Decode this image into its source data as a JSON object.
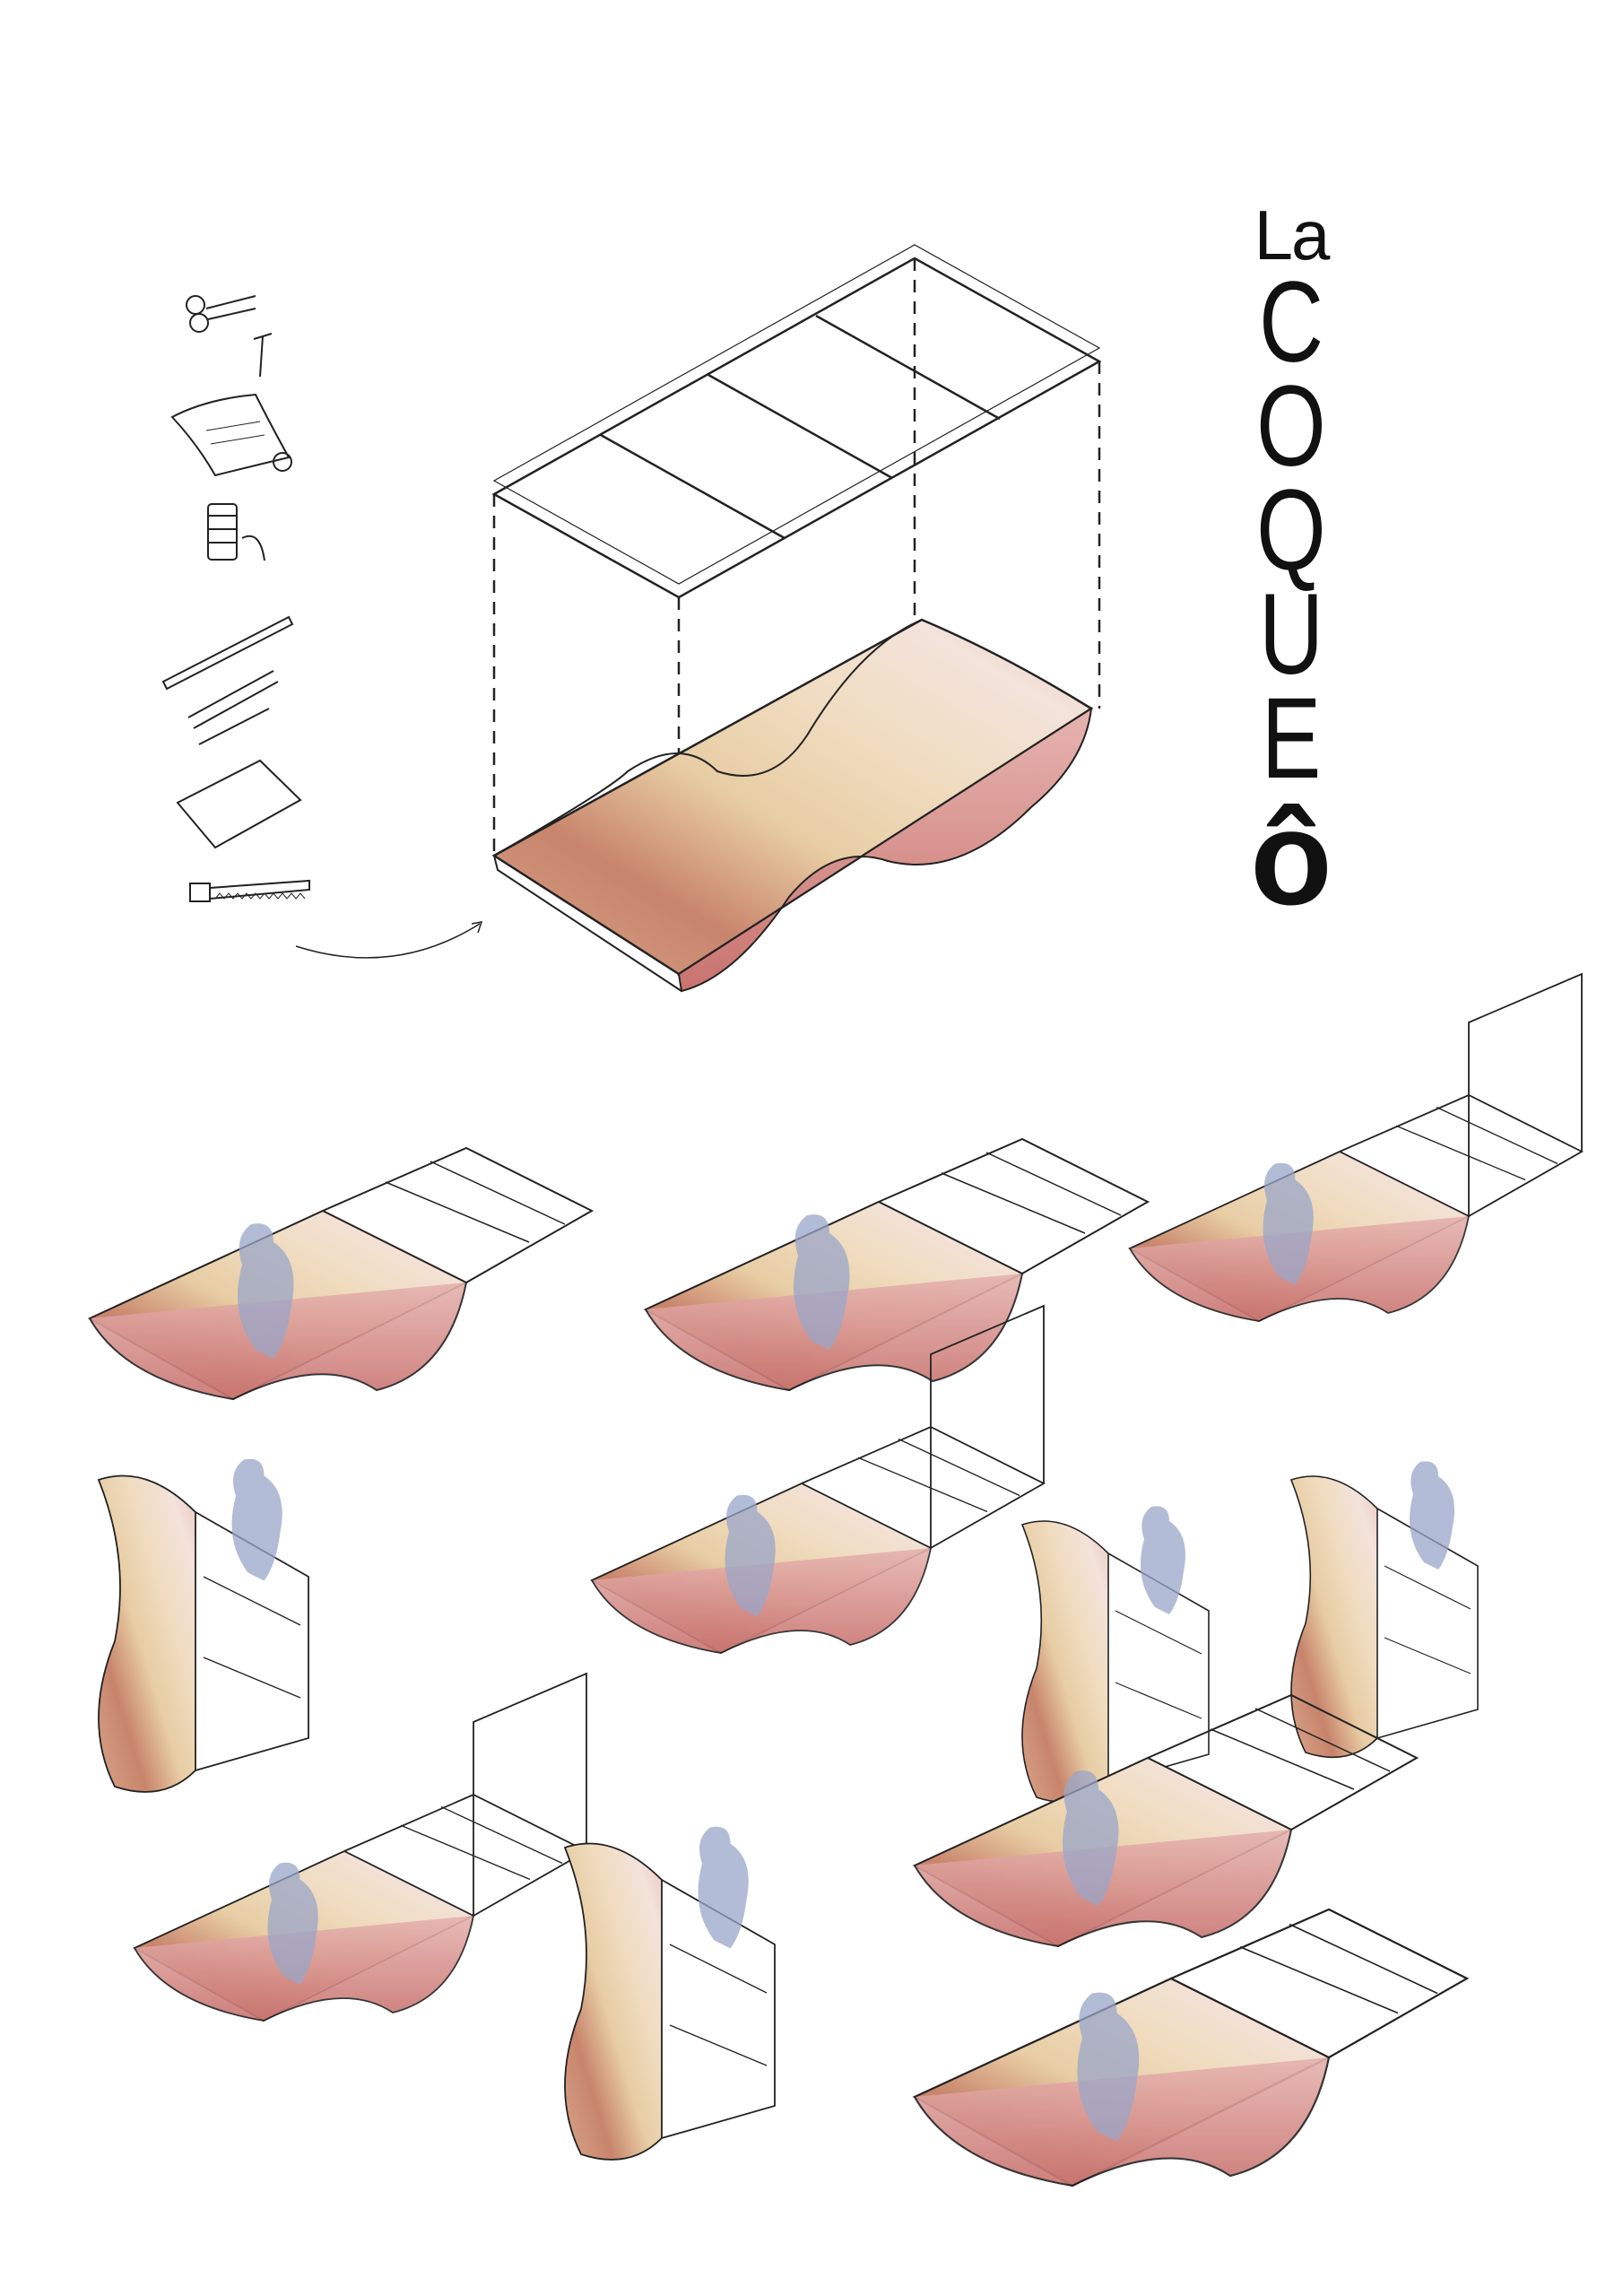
{
  "title": {
    "article": "La",
    "letters": [
      "C",
      "O",
      "Q",
      "U",
      "E"
    ],
    "accent": "ô"
  },
  "colors": {
    "shell_dark": "#c97a72",
    "shell_mid": "#d9a889",
    "shell_light": "#ecd3b0",
    "shell_pale": "#f4e4dc",
    "people": "#9aa6c8",
    "line": "#222222"
  },
  "tools": [
    "scissors-icon",
    "screw-icon",
    "fabric-icon",
    "thread-spool-icon",
    "wood-strips-icon",
    "dowels-icon",
    "sandpaper-icon",
    "saw-icon"
  ]
}
